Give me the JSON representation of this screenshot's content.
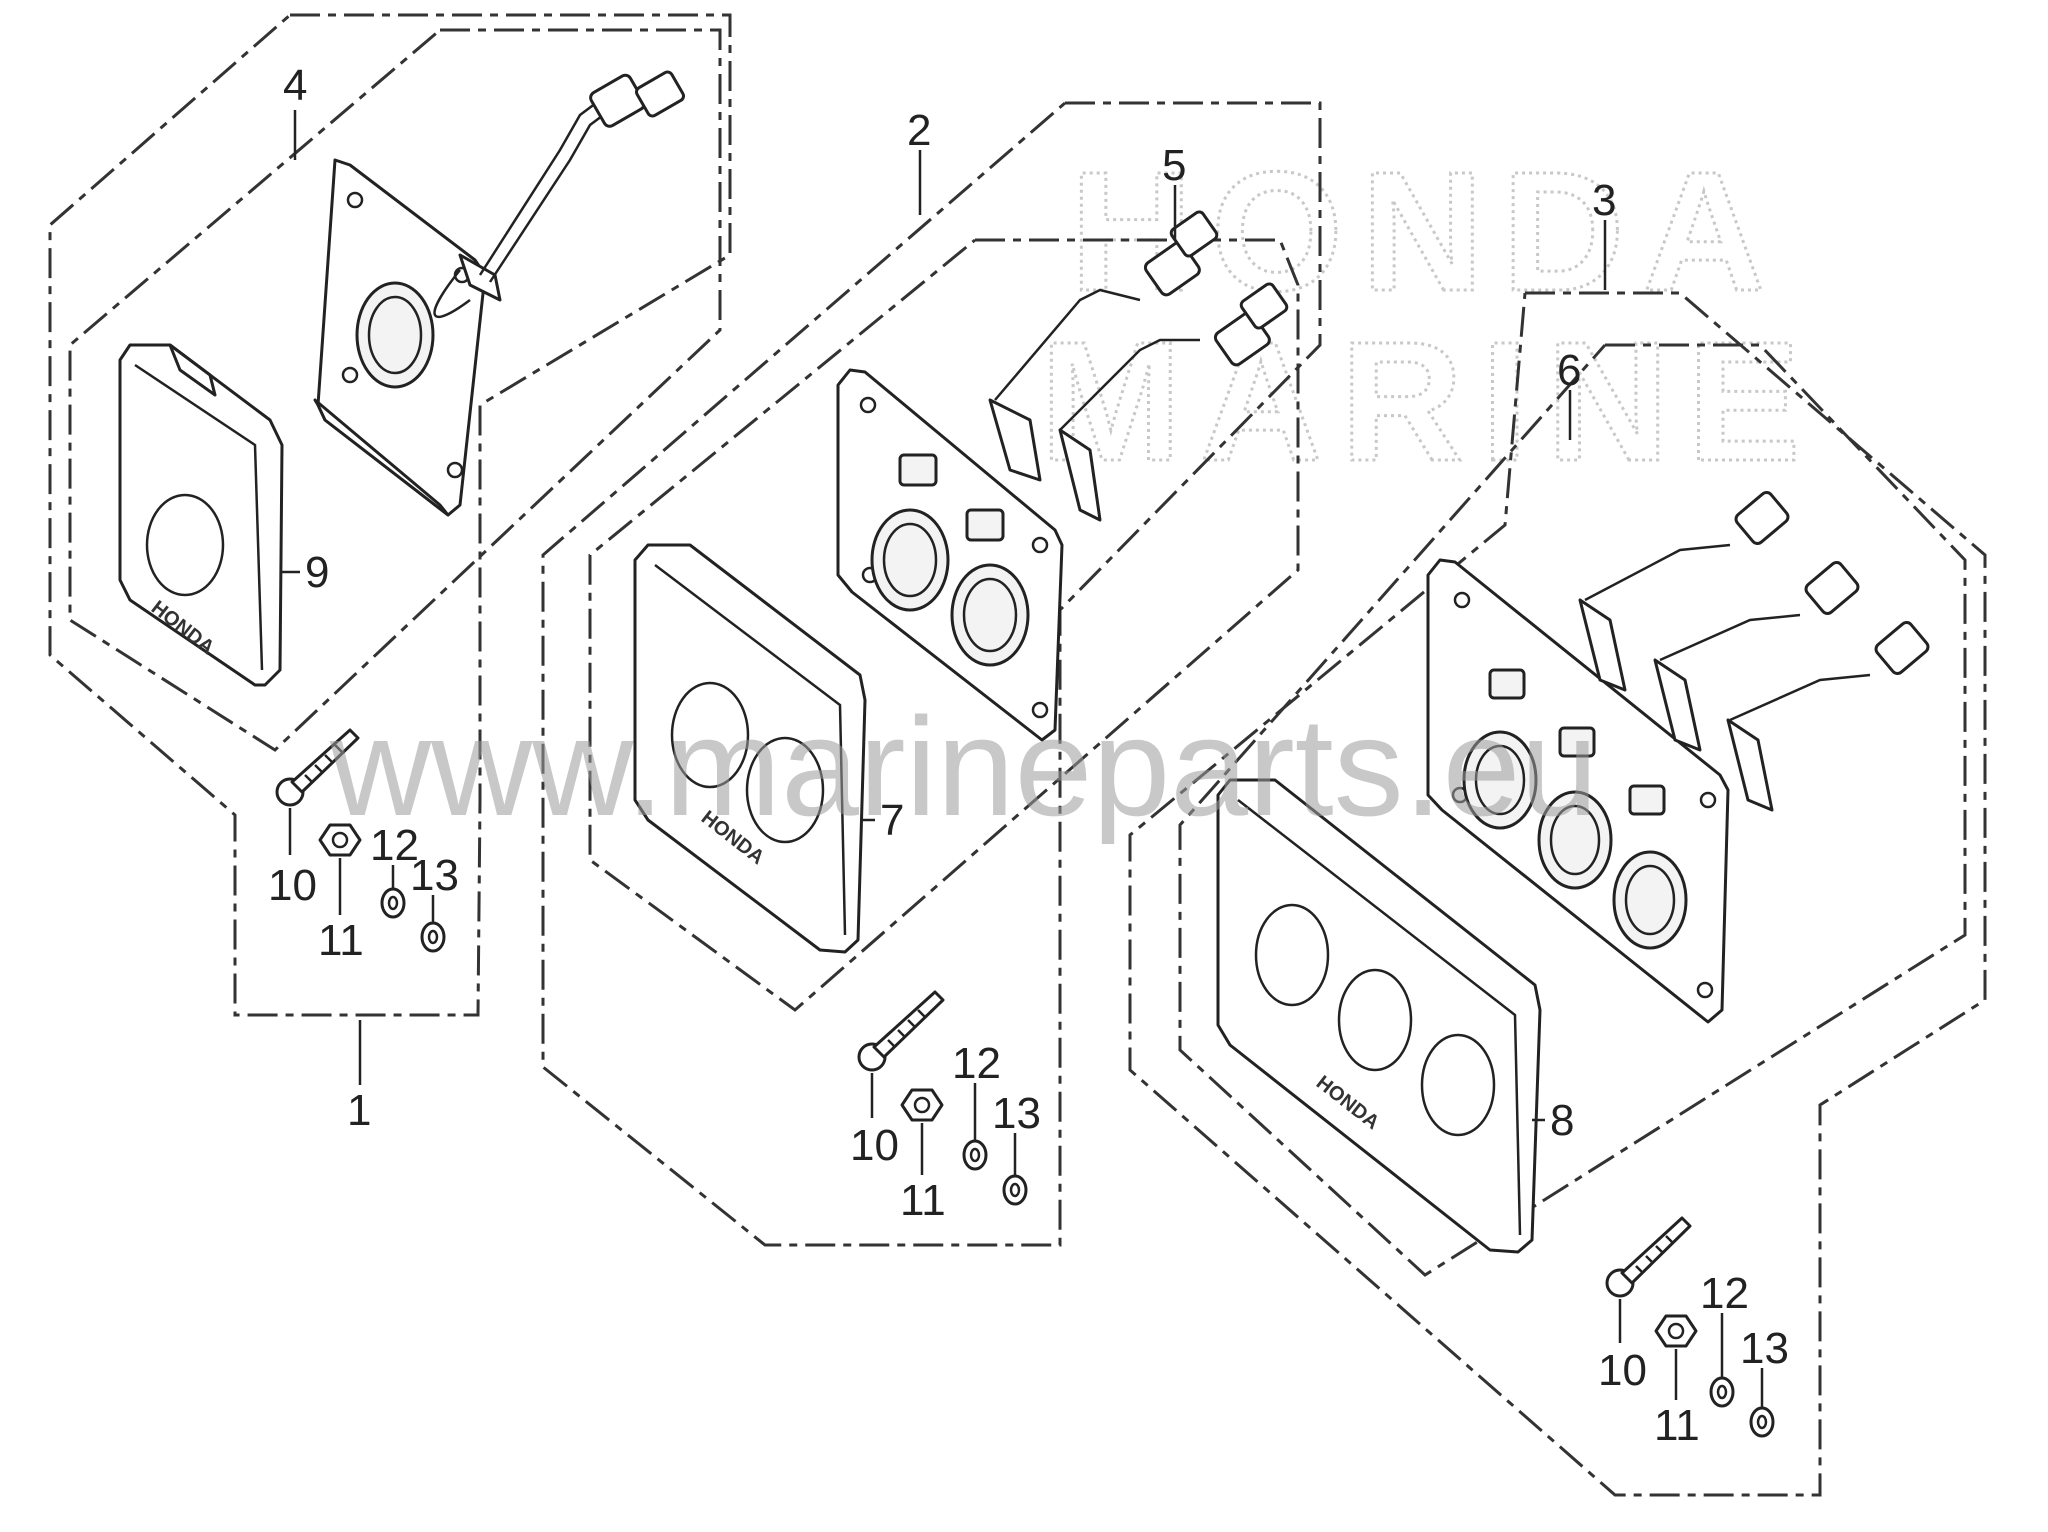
{
  "diagram": {
    "callouts": {
      "c1": "1",
      "c2": "2",
      "c3": "3",
      "c4": "4",
      "c5": "5",
      "c6": "6",
      "c7": "7",
      "c8": "8",
      "c9": "9",
      "k1_10": "10",
      "k1_11": "11",
      "k1_12": "12",
      "k1_13": "13",
      "k2_10": "10",
      "k2_11": "11",
      "k2_12": "12",
      "k2_13": "13",
      "k3_10": "10",
      "k3_11": "11",
      "k3_12": "12",
      "k3_13": "13"
    },
    "panel_logo": "HONDA",
    "brand_watermark_line1": "HONDA",
    "brand_watermark_line2": "MARINE",
    "site_watermark": "www.marineparts.eu"
  }
}
